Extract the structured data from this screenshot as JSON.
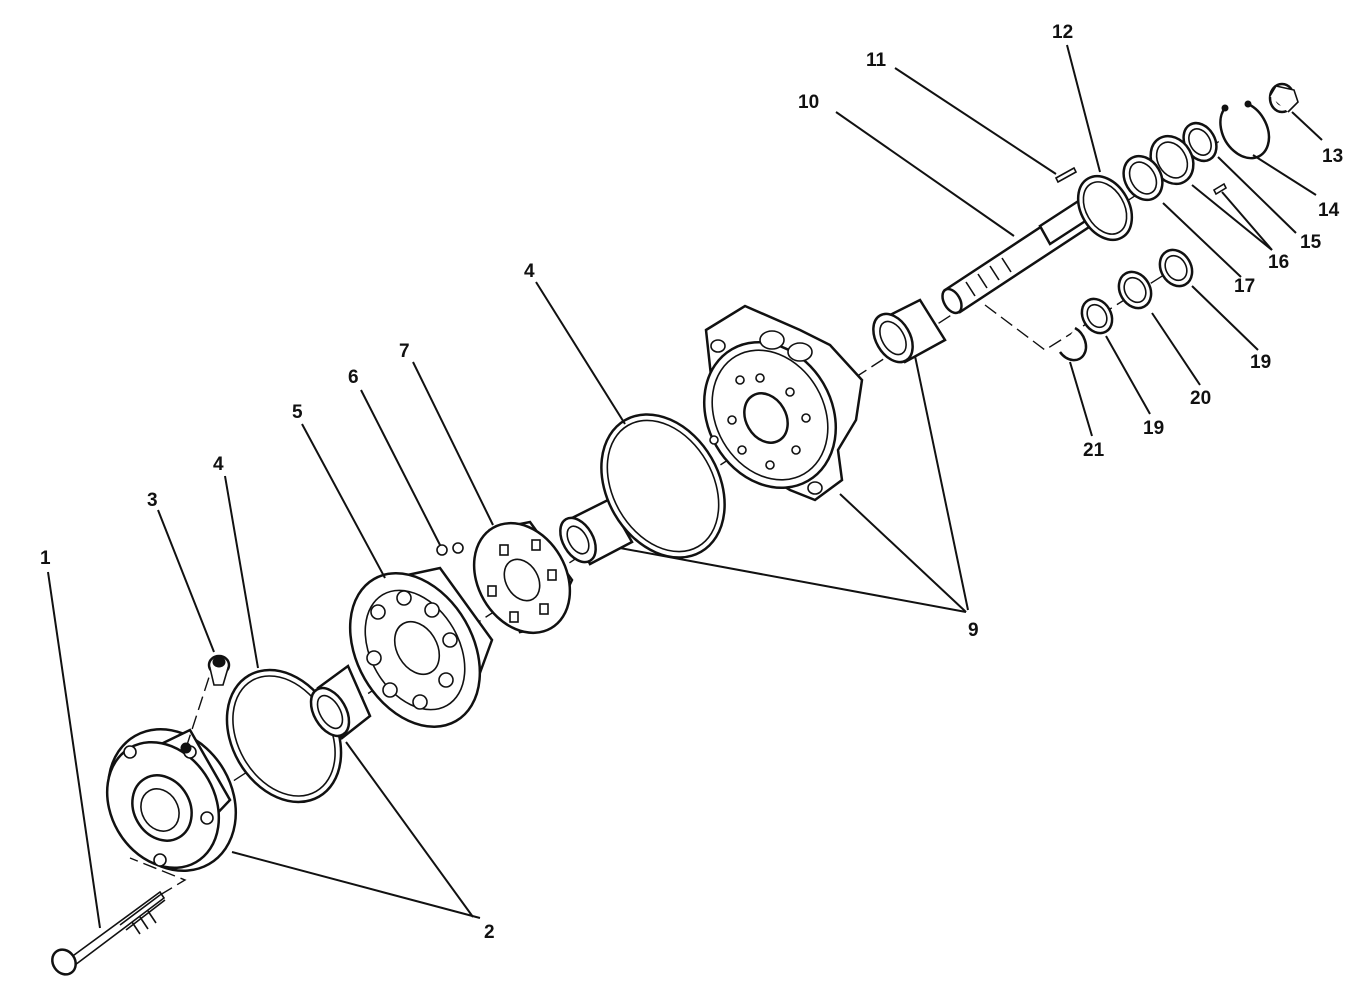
{
  "callouts": [
    {
      "id": "c1",
      "label": "1"
    },
    {
      "id": "c2",
      "label": "2"
    },
    {
      "id": "c3",
      "label": "3"
    },
    {
      "id": "c4a",
      "label": "4"
    },
    {
      "id": "c5",
      "label": "5"
    },
    {
      "id": "c6",
      "label": "6"
    },
    {
      "id": "c7",
      "label": "7"
    },
    {
      "id": "c4b",
      "label": "4"
    },
    {
      "id": "c9",
      "label": "9"
    },
    {
      "id": "c10",
      "label": "10"
    },
    {
      "id": "c11",
      "label": "11"
    },
    {
      "id": "c12",
      "label": "12"
    },
    {
      "id": "c13",
      "label": "13"
    },
    {
      "id": "c14",
      "label": "14"
    },
    {
      "id": "c15",
      "label": "15"
    },
    {
      "id": "c16",
      "label": "16"
    },
    {
      "id": "c17",
      "label": "17"
    },
    {
      "id": "c19a",
      "label": "19"
    },
    {
      "id": "c19b",
      "label": "19"
    },
    {
      "id": "c20",
      "label": "20"
    },
    {
      "id": "c21",
      "label": "21"
    }
  ]
}
